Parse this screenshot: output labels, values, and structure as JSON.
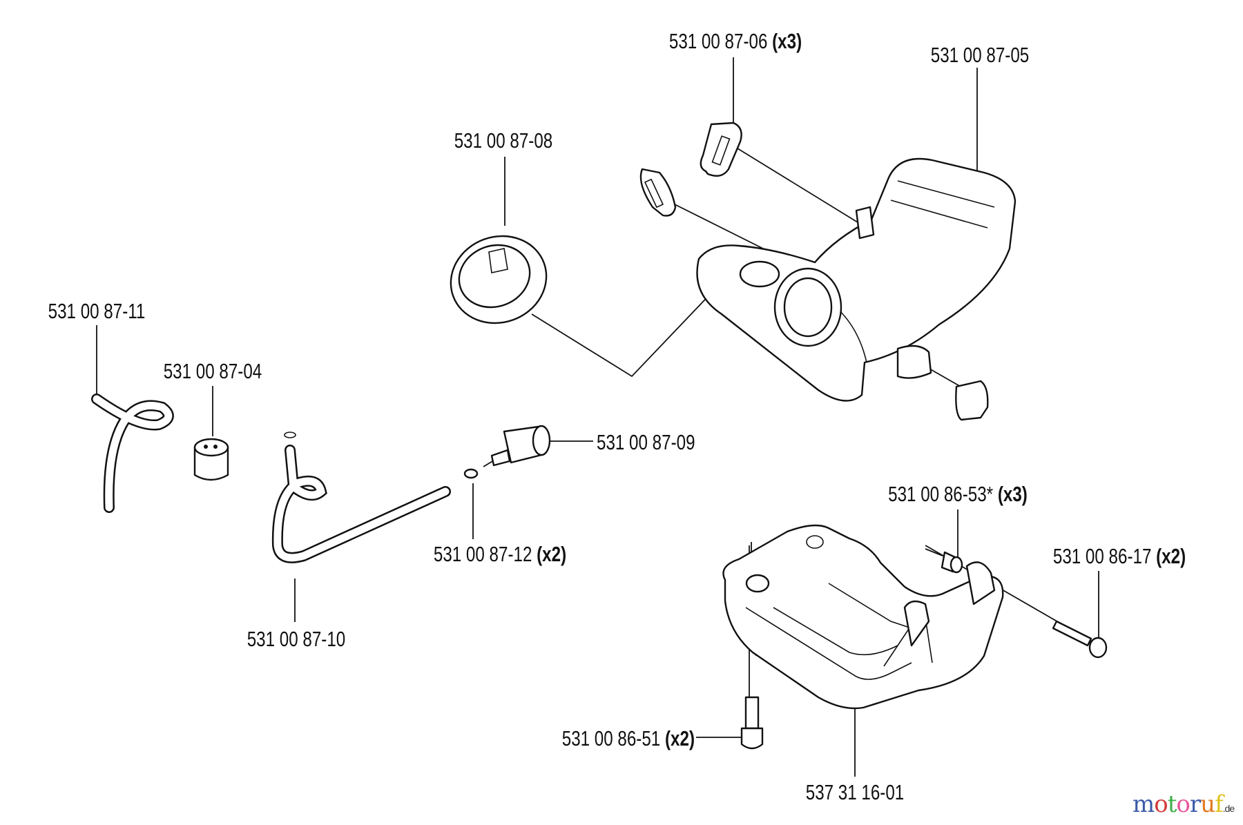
{
  "labels": [
    {
      "part": "531 00 87-06",
      "qty": "(x3)"
    },
    {
      "part": "531 00 87-05",
      "qty": ""
    },
    {
      "part": "531 00 87-08",
      "qty": ""
    },
    {
      "part": "531 00 87-11",
      "qty": ""
    },
    {
      "part": "531 00 87-04",
      "qty": ""
    },
    {
      "part": "531 00 87-09",
      "qty": ""
    },
    {
      "part": "531 00 87-12",
      "qty": "(x2)"
    },
    {
      "part": "531 00 87-10",
      "qty": ""
    },
    {
      "part": "531 00 86-53*",
      "qty": "(x3)"
    },
    {
      "part": "531 00 86-17",
      "qty": "(x2)"
    },
    {
      "part": "531 00 86-51",
      "qty": "(x2)"
    },
    {
      "part": "537 31 16-01",
      "qty": ""
    }
  ],
  "watermark": {
    "text": "motoruf",
    "suffix": ".de",
    "colors": [
      "#3b5ba9",
      "#d43a3a",
      "#3fae49",
      "#e8559a",
      "#3b5ba9",
      "#e07a1f",
      "#e0c21f"
    ]
  }
}
